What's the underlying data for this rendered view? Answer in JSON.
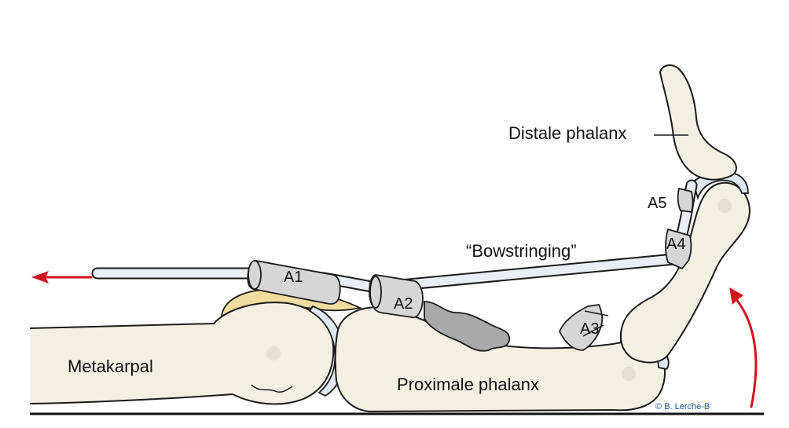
{
  "labels": {
    "distal_phalanx": "Distale phalanx",
    "a5": "A5",
    "a4": "A4",
    "bowstringing": "“Bowstringing”",
    "a1": "A1",
    "a2": "A2",
    "a3": "A3",
    "metacarpal": "Metakarpal",
    "proximal_phalanx": "Proximale phalanx",
    "copyright": "© B. Lerche-B"
  },
  "colors": {
    "arrow": "#d3121c",
    "bone_fill": "#f3efe3",
    "cartilage": "#dde8f0",
    "volar_plate": "#f1dca0",
    "pulley": "#d6d6d6",
    "copyright_text": "#1a4f9a"
  }
}
